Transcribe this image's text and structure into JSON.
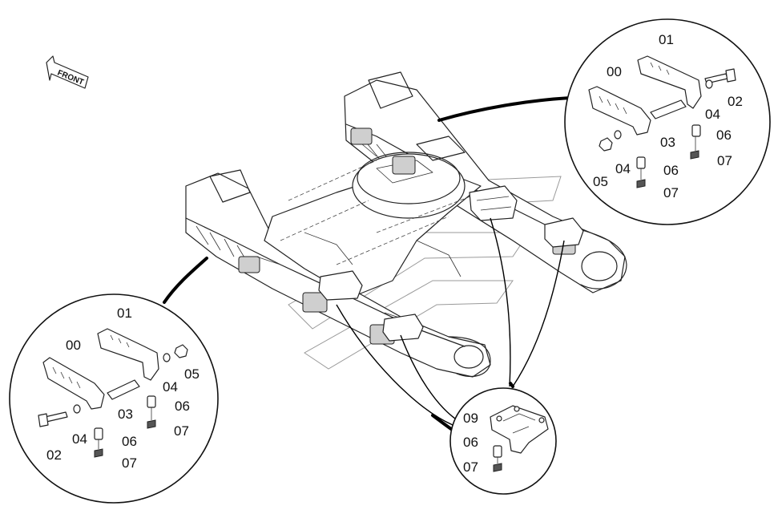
{
  "front_label": "FRONT",
  "detail_left": {
    "labels": [
      {
        "id": "l00",
        "text": "00"
      },
      {
        "id": "l01",
        "text": "01"
      },
      {
        "id": "l02",
        "text": "02"
      },
      {
        "id": "l03",
        "text": "03"
      },
      {
        "id": "l04a",
        "text": "04"
      },
      {
        "id": "l04b",
        "text": "04"
      },
      {
        "id": "l05",
        "text": "05"
      },
      {
        "id": "l06a",
        "text": "06"
      },
      {
        "id": "l06b",
        "text": "06"
      },
      {
        "id": "l07a",
        "text": "07"
      },
      {
        "id": "l07b",
        "text": "07"
      }
    ]
  },
  "detail_right": {
    "labels": [
      {
        "id": "r00",
        "text": "00"
      },
      {
        "id": "r01",
        "text": "01"
      },
      {
        "id": "r02",
        "text": "02"
      },
      {
        "id": "r03",
        "text": "03"
      },
      {
        "id": "r04a",
        "text": "04"
      },
      {
        "id": "r04b",
        "text": "04"
      },
      {
        "id": "r05",
        "text": "05"
      },
      {
        "id": "r06a",
        "text": "06"
      },
      {
        "id": "r06b",
        "text": "06"
      },
      {
        "id": "r07a",
        "text": "07"
      },
      {
        "id": "r07b",
        "text": "07"
      }
    ]
  },
  "detail_bottom": {
    "labels": [
      {
        "id": "b09",
        "text": "09"
      },
      {
        "id": "b06",
        "text": "06"
      },
      {
        "id": "b07",
        "text": "07"
      }
    ]
  }
}
